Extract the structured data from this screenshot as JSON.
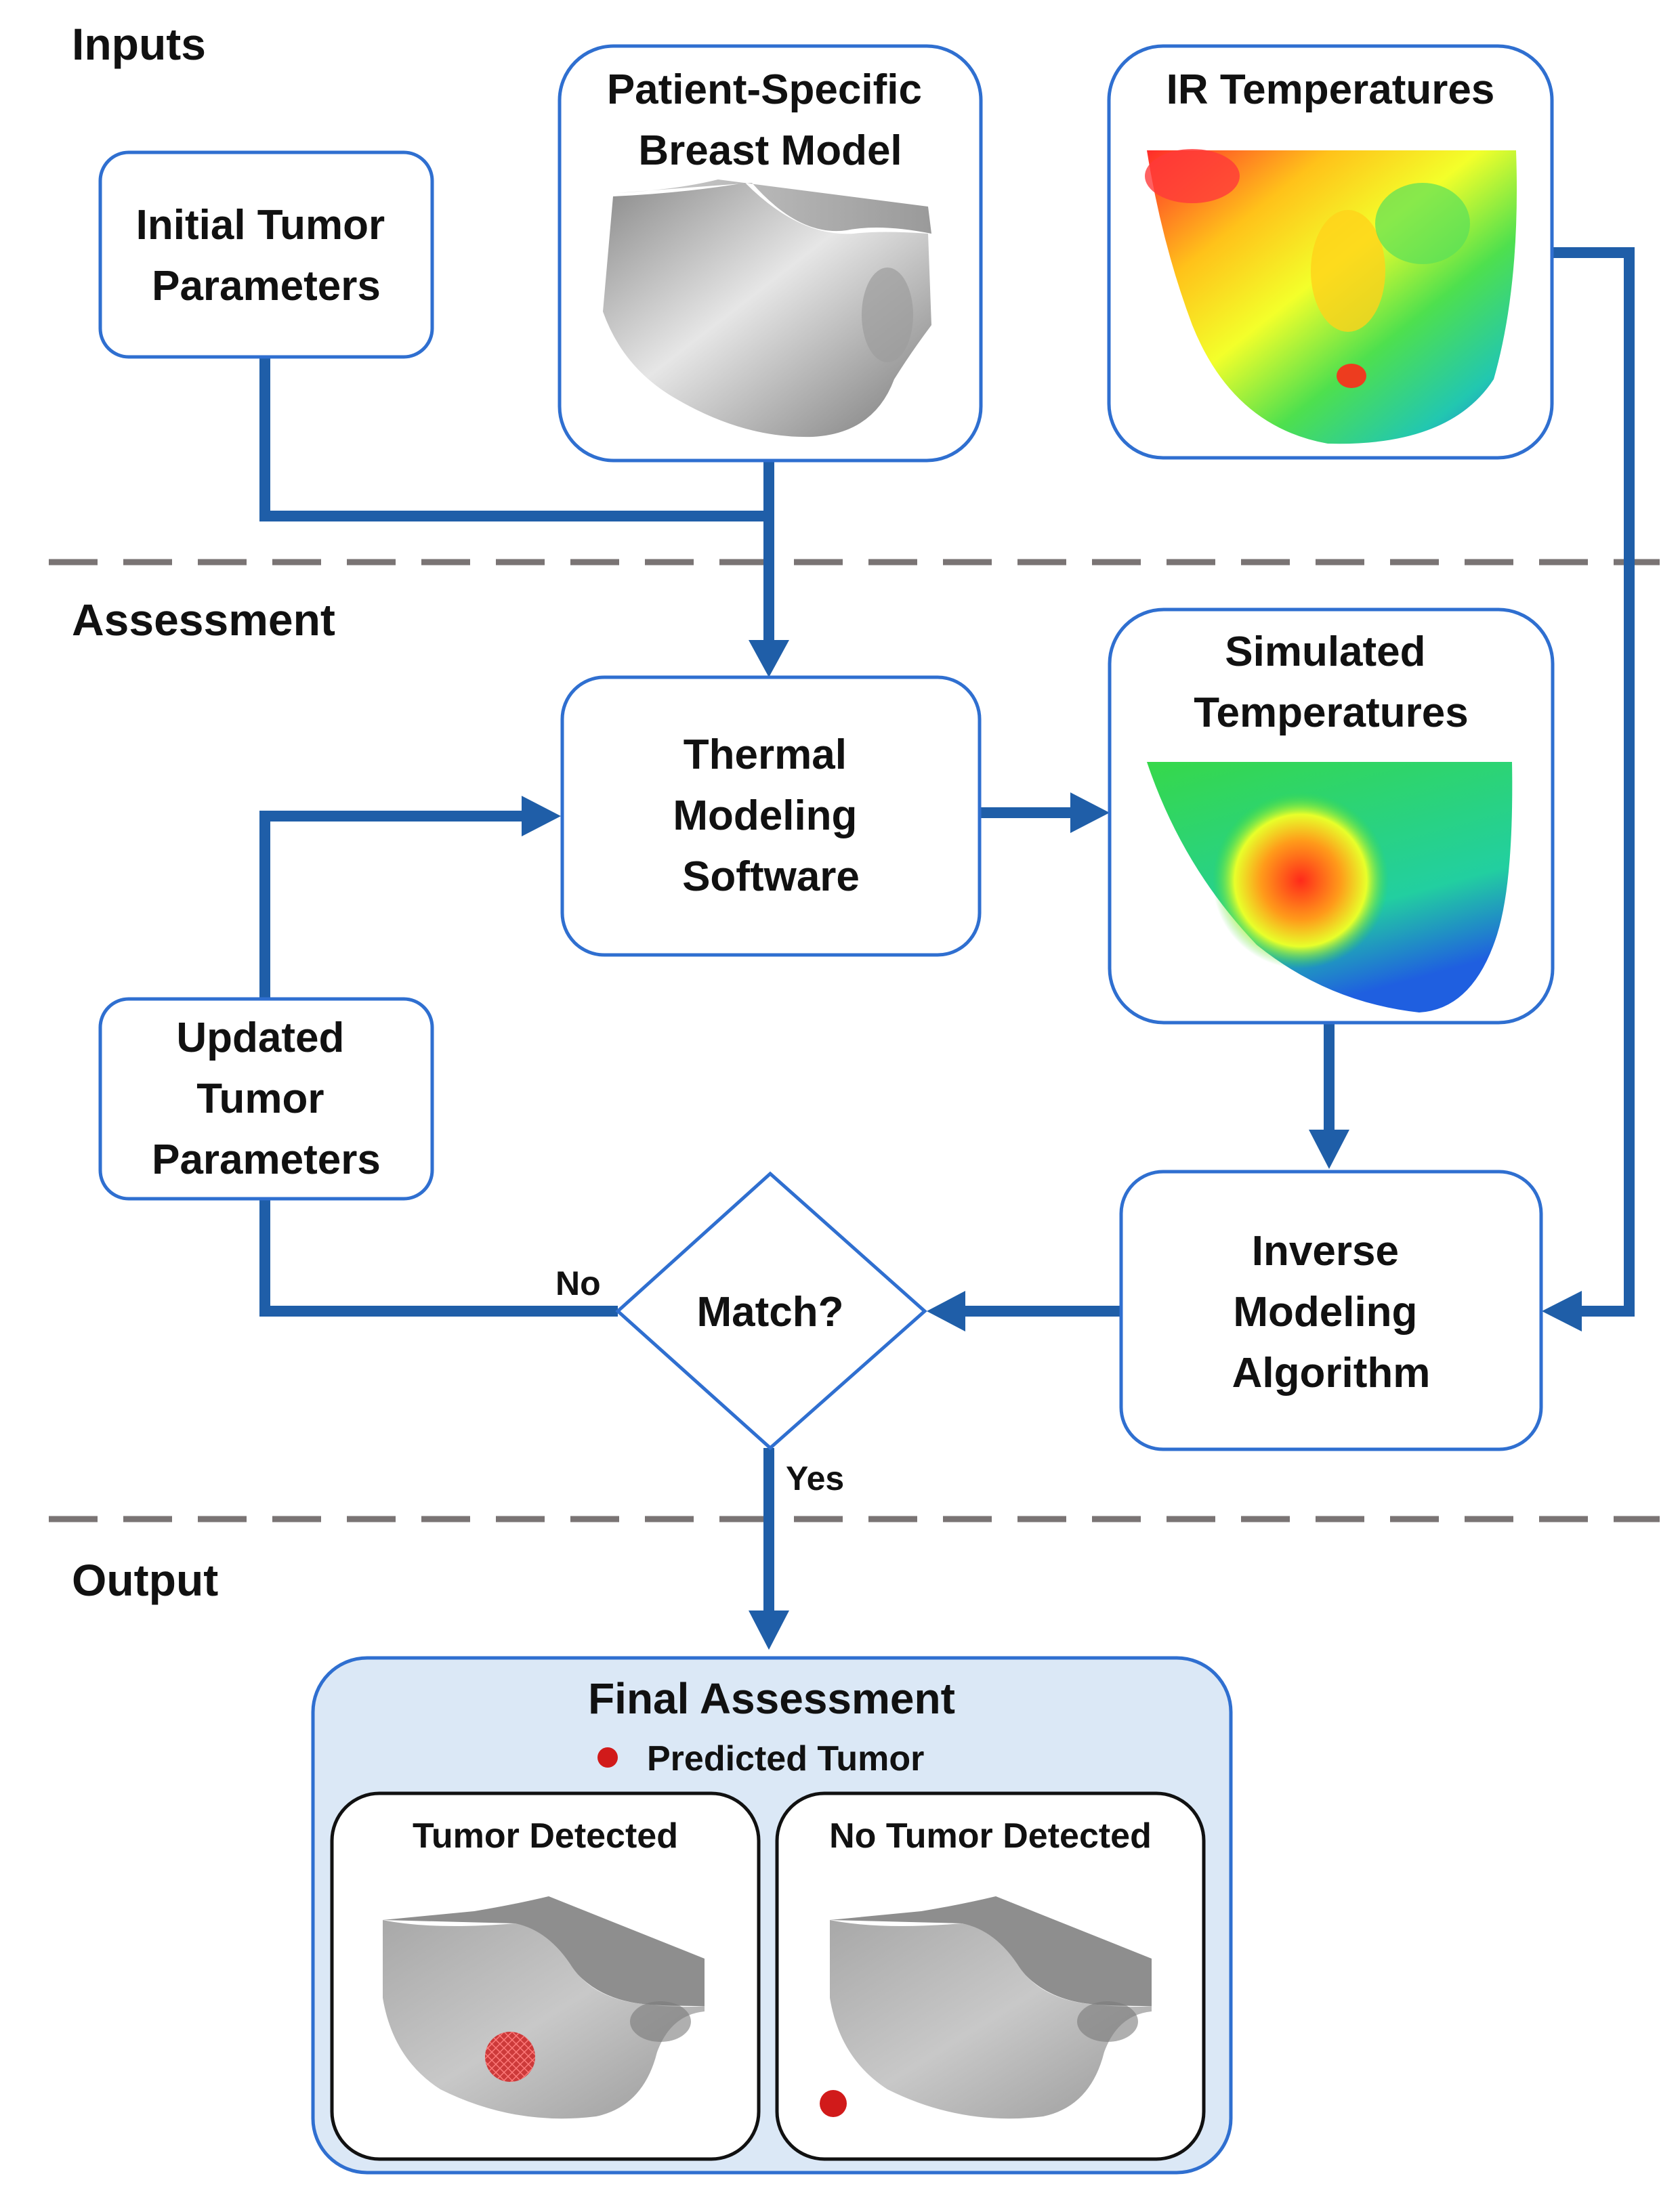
{
  "sections": {
    "inputs": "Inputs",
    "assessment": "Assessment",
    "output": "Output"
  },
  "nodes": {
    "initial_tumor": {
      "lines": [
        "Initial Tumor",
        "Parameters"
      ]
    },
    "breast_model": {
      "lines": [
        "Patient-Specific",
        "Breast Model"
      ]
    },
    "ir_temperatures": {
      "lines": [
        "IR Temperatures"
      ]
    },
    "thermal_modeling": {
      "lines": [
        "Thermal",
        "Modeling",
        "Software"
      ]
    },
    "simulated_temperatures": {
      "lines": [
        "Simulated",
        "Temperatures"
      ]
    },
    "updated_tumor": {
      "lines": [
        "Updated",
        "Tumor",
        "Parameters"
      ]
    },
    "match": {
      "lines": [
        "Match?"
      ]
    },
    "inverse_modeling": {
      "lines": [
        "Inverse",
        "Modeling",
        "Algorithm"
      ]
    }
  },
  "edge_labels": {
    "no": "No",
    "yes": "Yes"
  },
  "final_assessment": {
    "title": "Final Assessment",
    "legend": "Predicted Tumor",
    "panel_left": "Tumor Detected",
    "panel_right": "No Tumor Detected"
  },
  "colors": {
    "arrow": "#1f5ea8",
    "box_border": "#2f6fd0",
    "divider": "#7a7474",
    "final_fill": "#dbe8f6",
    "tumor": "#d11a1a"
  }
}
